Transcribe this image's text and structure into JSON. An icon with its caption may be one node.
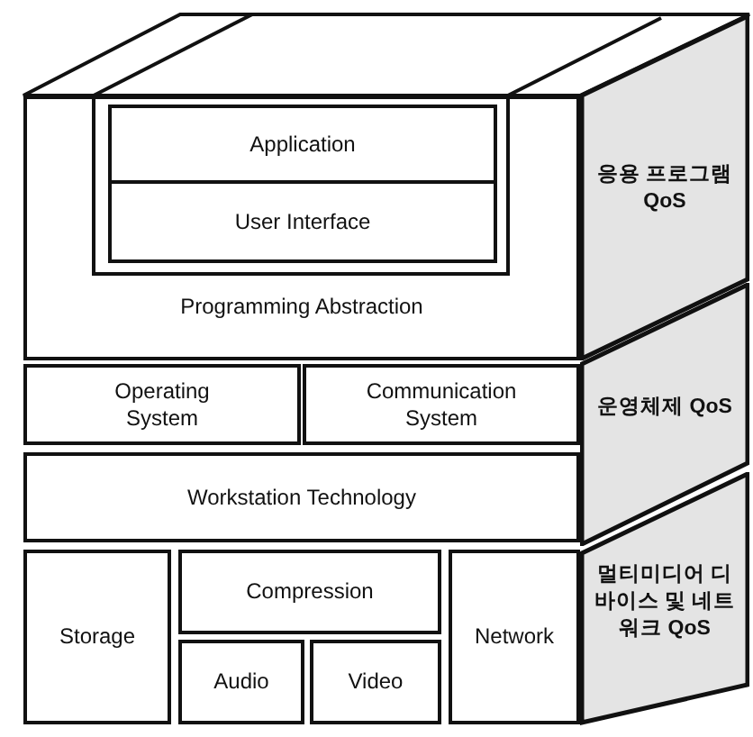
{
  "diagram": {
    "nodes": [
      {
        "text": [
          "Programming Abstraction"
        ]
      },
      {
        "text": [
          "Application"
        ],
        "in": 0
      },
      {
        "text": [
          "User Interface"
        ],
        "in": 0
      },
      {
        "text": [
          "응용 프로그램 QoS"
        ]
      },
      {
        "text": [
          "Operating System"
        ]
      },
      {
        "text": [
          "Communication System"
        ]
      },
      {
        "text": [
          "운영체제 QoS"
        ]
      },
      {
        "text": [
          "Workstation Technology"
        ]
      },
      {
        "text": [
          "Storage"
        ]
      },
      {
        "text": [
          "Compression"
        ]
      },
      {
        "text": [
          "Audio"
        ]
      },
      {
        "text": [
          "Video"
        ]
      },
      {
        "text": [
          "Network"
        ]
      },
      {
        "text": [
          "멀티미디어 디바이스 및 네트워크 QoS"
        ]
      }
    ]
  }
}
